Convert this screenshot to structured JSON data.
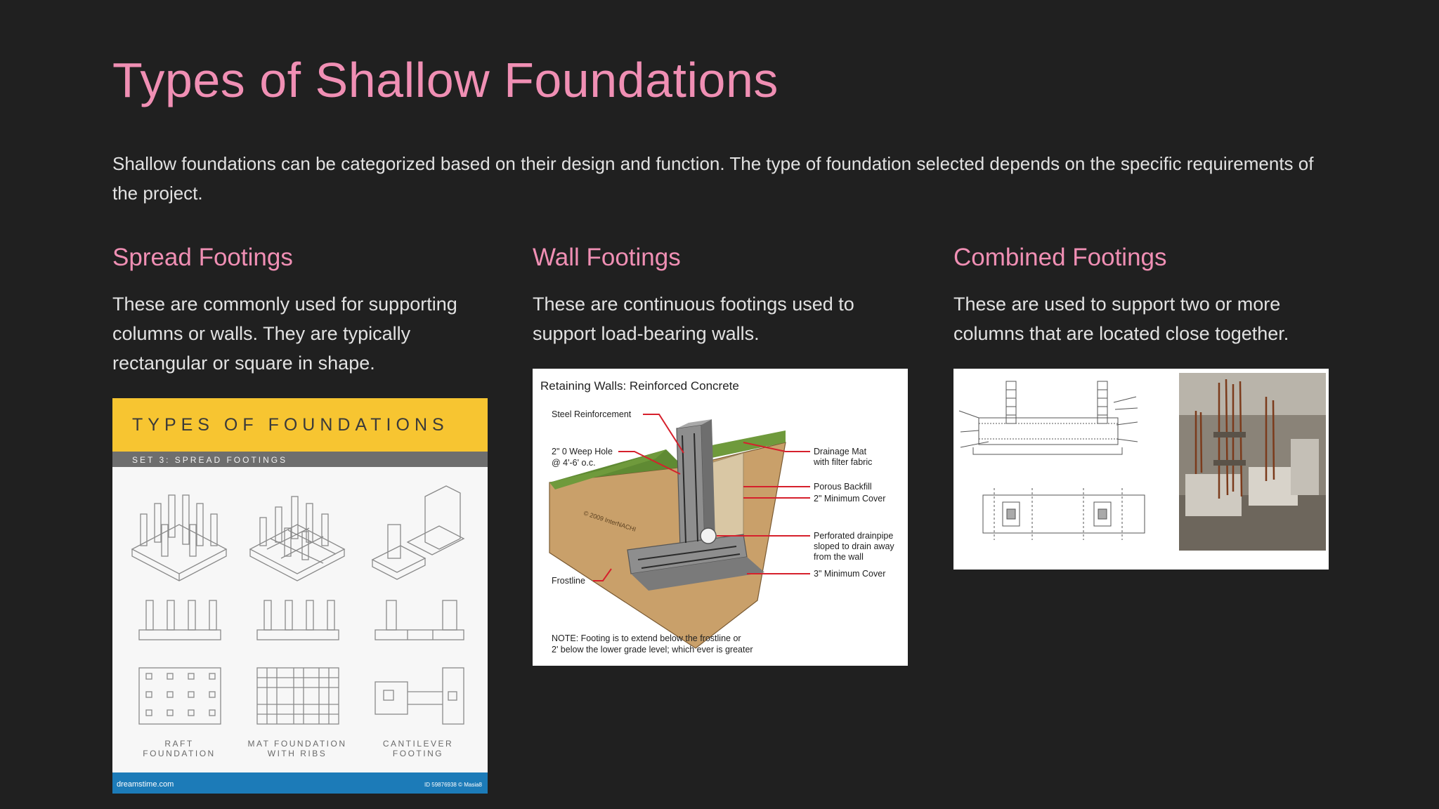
{
  "title": "Types of Shallow Foundations",
  "intro": "Shallow foundations can be categorized based on their design and function. The type of foundation selected depends on the specific requirements of the project.",
  "columns": [
    {
      "heading": "Spread Footings",
      "text": "These are commonly used for supporting columns or walls. They are typically rectangular or square in shape.",
      "figure": {
        "banner": "TYPES OF FOUNDATIONS",
        "subbanner": "SET 3: SPREAD FOOTINGS",
        "labels": [
          "RAFT",
          "FOUNDATION",
          "MAT FOUNDATION",
          "WITH RIBS",
          "CANTILEVER",
          "FOOTING"
        ],
        "footer_left": "dreamstime.com",
        "footer_right": "ID 59876938 © Masia8"
      }
    },
    {
      "heading": "Wall Footings",
      "text": "These are continuous footings used to support load-bearing walls.",
      "figure": {
        "title": "Retaining Walls: Reinforced Concrete",
        "left_labels": [
          "Steel Reinforcement",
          "2\" 0 Weep Hole",
          "@ 4'-6' o.c.",
          "Frostline"
        ],
        "right_labels": [
          "Drainage Mat",
          "with filter fabric",
          "Porous Backfill",
          "2\" Minimum Cover",
          "Perforated drainpipe",
          "sloped to drain away",
          "from the wall",
          "3\" Minimum Cover"
        ],
        "watermark": "© 2009 InterNACHI",
        "note_1": "NOTE: Footing is to extend below the frostline or",
        "note_2": "2' below the lower grade level; which ever is greater"
      }
    },
    {
      "heading": "Combined Footings",
      "text": "These are used to support two or more columns that are located close together."
    }
  ],
  "colors": {
    "background": "#202020",
    "accent": "#f08fb4",
    "text": "#e2e2e2",
    "banner_yellow": "#f7c531",
    "footer_blue": "#1c7bb8",
    "diagram_red": "#d6202c"
  }
}
